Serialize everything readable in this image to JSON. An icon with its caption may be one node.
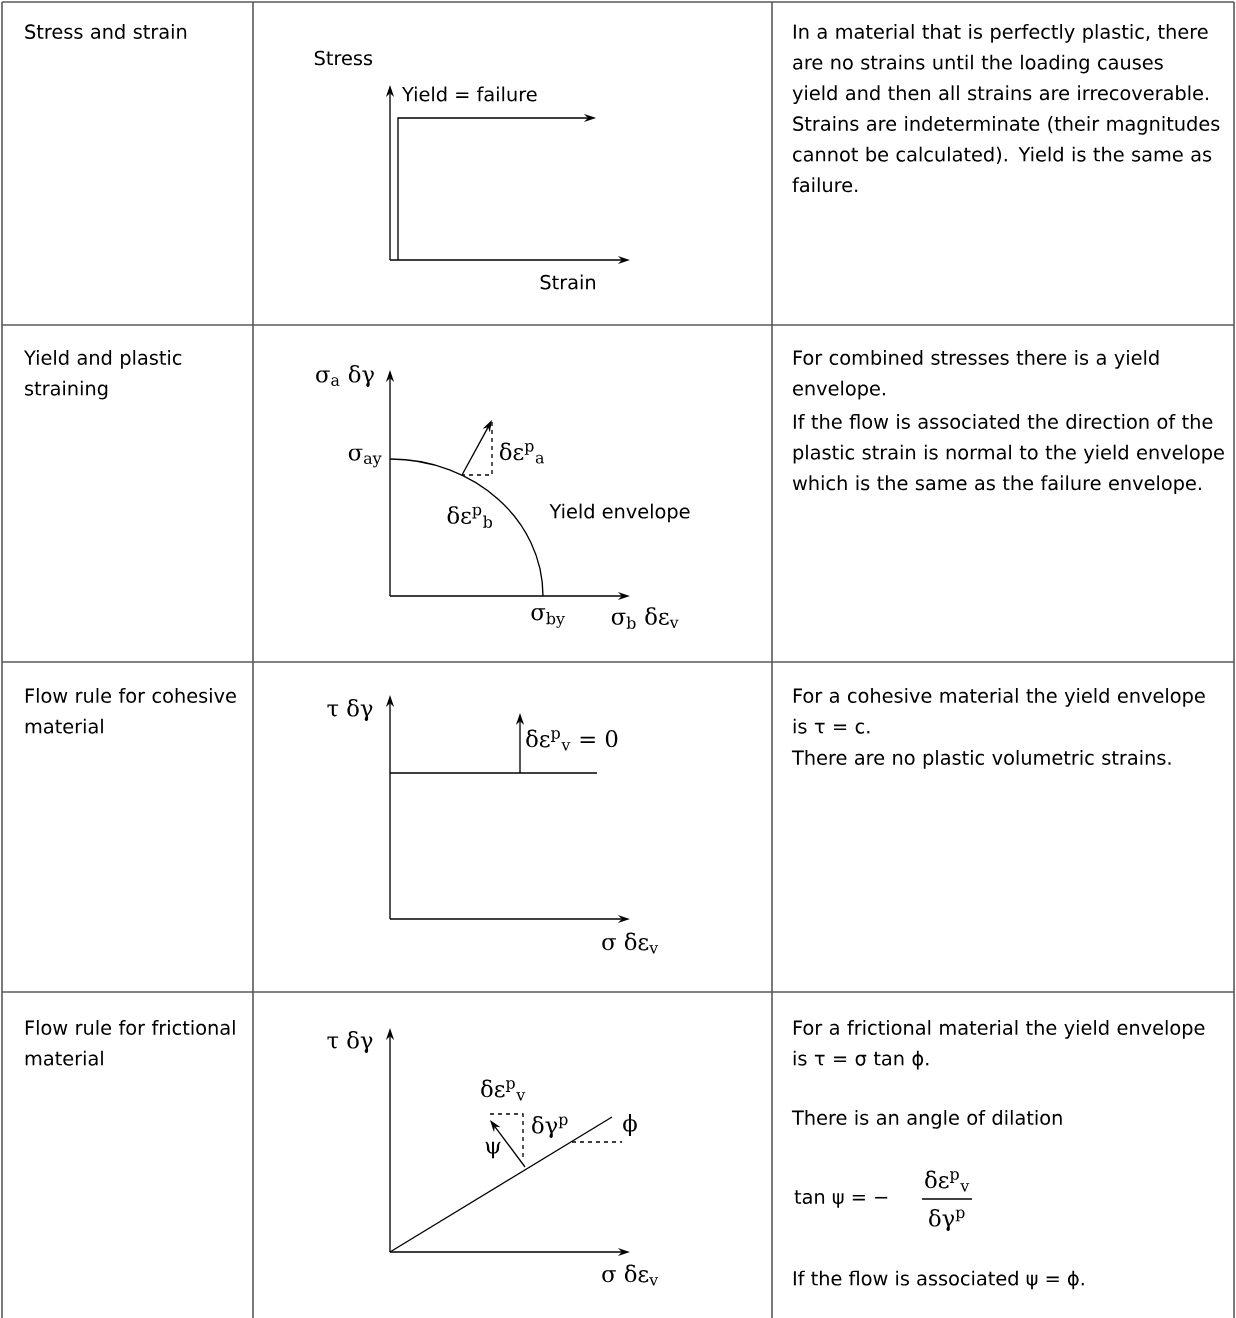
{
  "diagram": {
    "labels": [
      "Stress and strain",
      "Stress",
      "Yield = failure",
      "Strain",
      "In a material that is perfectly plastic, there are no strains until the loading causes yield and then all strains are irrecoverable. Strains are indeterminate (their magnitudes cannot be calculated). Yield is the same as failure.",
      "Yield and plastic straining",
      "σ$_{a}$ δγ",
      "σ$_{ay}$",
      "δε$^{p}$$_{a}$",
      "δε$^{p}$$_{b}$",
      "Yield envelope",
      "σ$_{by}$",
      "σ$_{b}$ δε$_{v}$",
      "For combined stresses there is a yield envelope.",
      "If the flow is associated the direction of the plastic strain is normal to the yield envelope which is the same as the failure envelope.",
      "Flow rule for cohesive material",
      "τ  δγ",
      "δε$^{p}$$_{v}$ = 0",
      "σ  δε$_{v}$",
      "For a cohesive material the yield envelope is τ = c.",
      "There are no plastic volumetric strains.",
      "Flow rule for frictional material",
      "τ  δγ",
      "δε$^{p}$$_{v}$",
      "δγ$^{p}$",
      "ϕ",
      "ψ",
      "σ  δε$_{v}$",
      "For a frictional material the yield envelope is τ = σ tan ϕ.",
      "There is an angle of dilation",
      "tan ψ  =  −",
      "δε$^{p}$$_{v}$",
      "δγ$^{p}$",
      "If the flow is associated ψ = ϕ."
    ]
  }
}
